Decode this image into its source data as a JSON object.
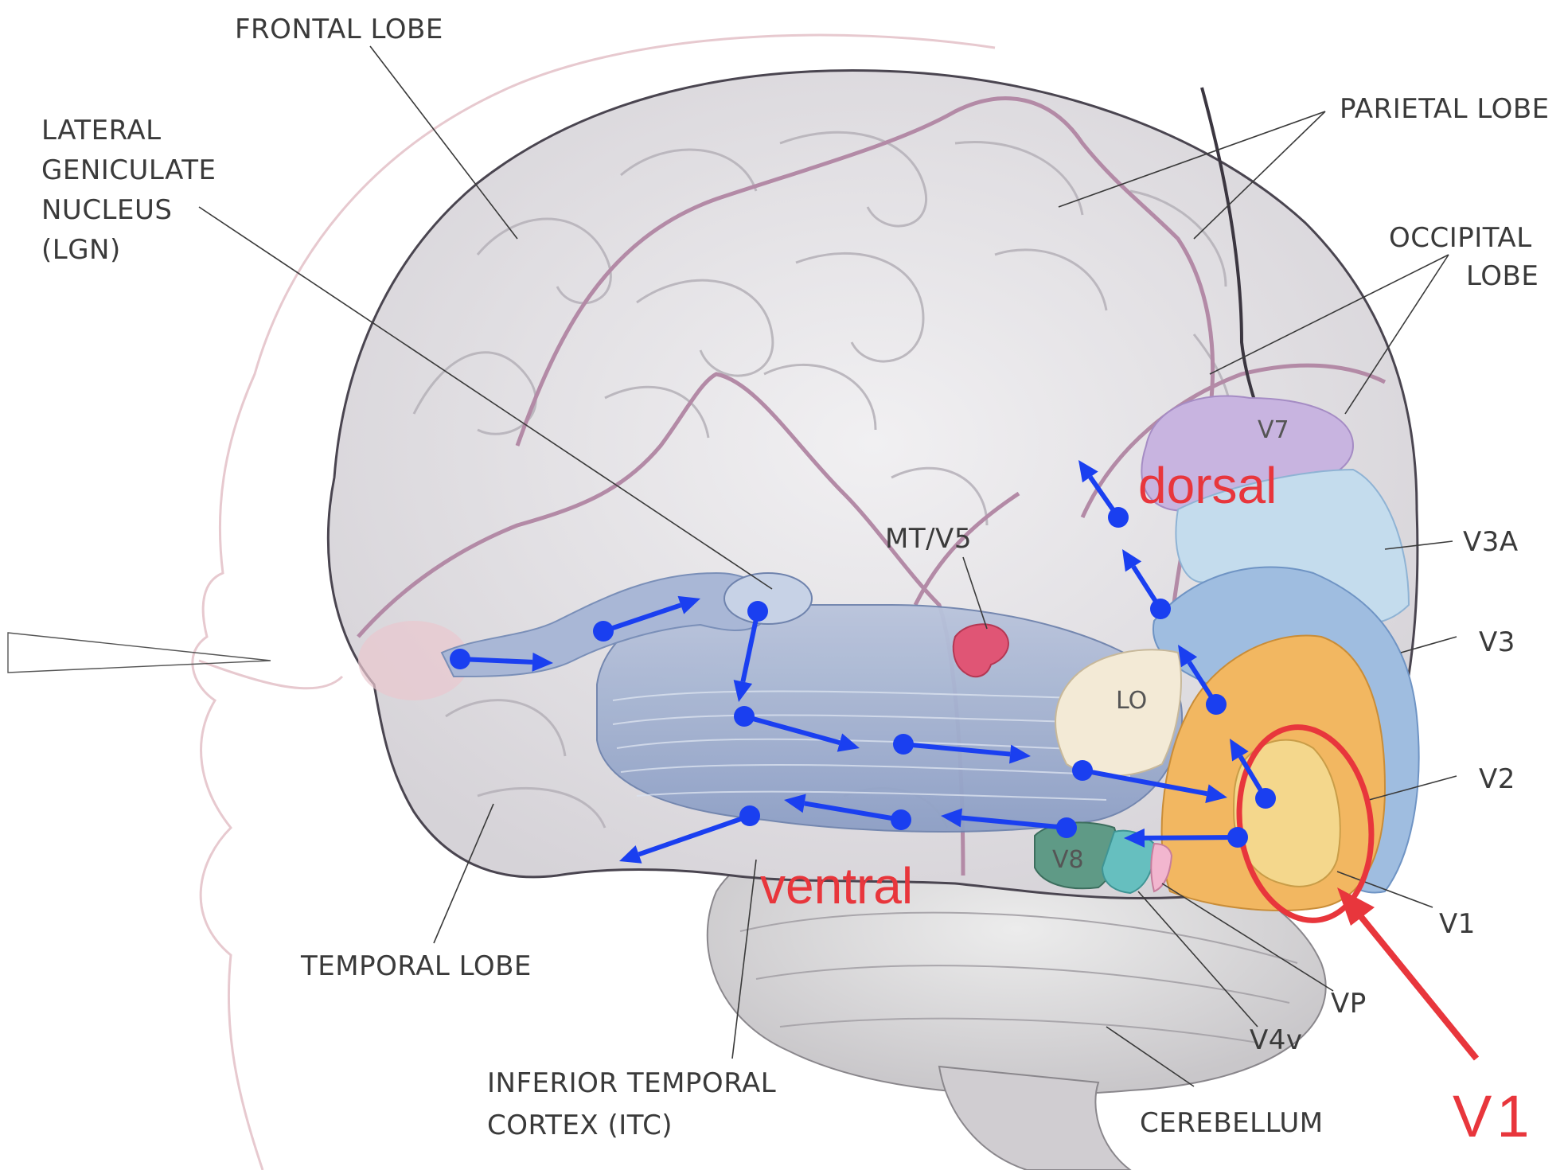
{
  "anatomy_labels": {
    "frontal_lobe": "FRONTAL LOBE",
    "lgn_line1": "LATERAL",
    "lgn_line2": "GENICULATE",
    "lgn_line3": "NUCLEUS",
    "lgn_line4": "(LGN)",
    "parietal_lobe": "PARIETAL LOBE",
    "occipital_line1": "OCCIPITAL",
    "occipital_line2": "LOBE",
    "mt_v5": "MT/V5",
    "v7": "V7",
    "v3a": "V3A",
    "v3": "V3",
    "v2": "V2",
    "v1_small": "V1",
    "vp": "VP",
    "v4v": "V4v",
    "cerebellum": "CEREBELLUM",
    "lo": "LO",
    "v8": "V8",
    "temporal_lobe": "TEMPORAL LOBE",
    "itc_line1": "INFERIOR TEMPORAL",
    "itc_line2": "CORTEX (ITC)"
  },
  "annotations": {
    "dorsal": "dorsal",
    "ventral": "ventral",
    "v1_callout": "V1"
  },
  "colors": {
    "stream_arrows": "#1a3ff0",
    "annotation_red": "#e8363c",
    "mt_v5": "#e05575",
    "v7": "#c8b4e0",
    "v3a": "#c4dced",
    "v3": "#9fbde0",
    "v2_v1": "#f2b761",
    "v8": "#5f9a86",
    "lo": "#f3ead6"
  }
}
